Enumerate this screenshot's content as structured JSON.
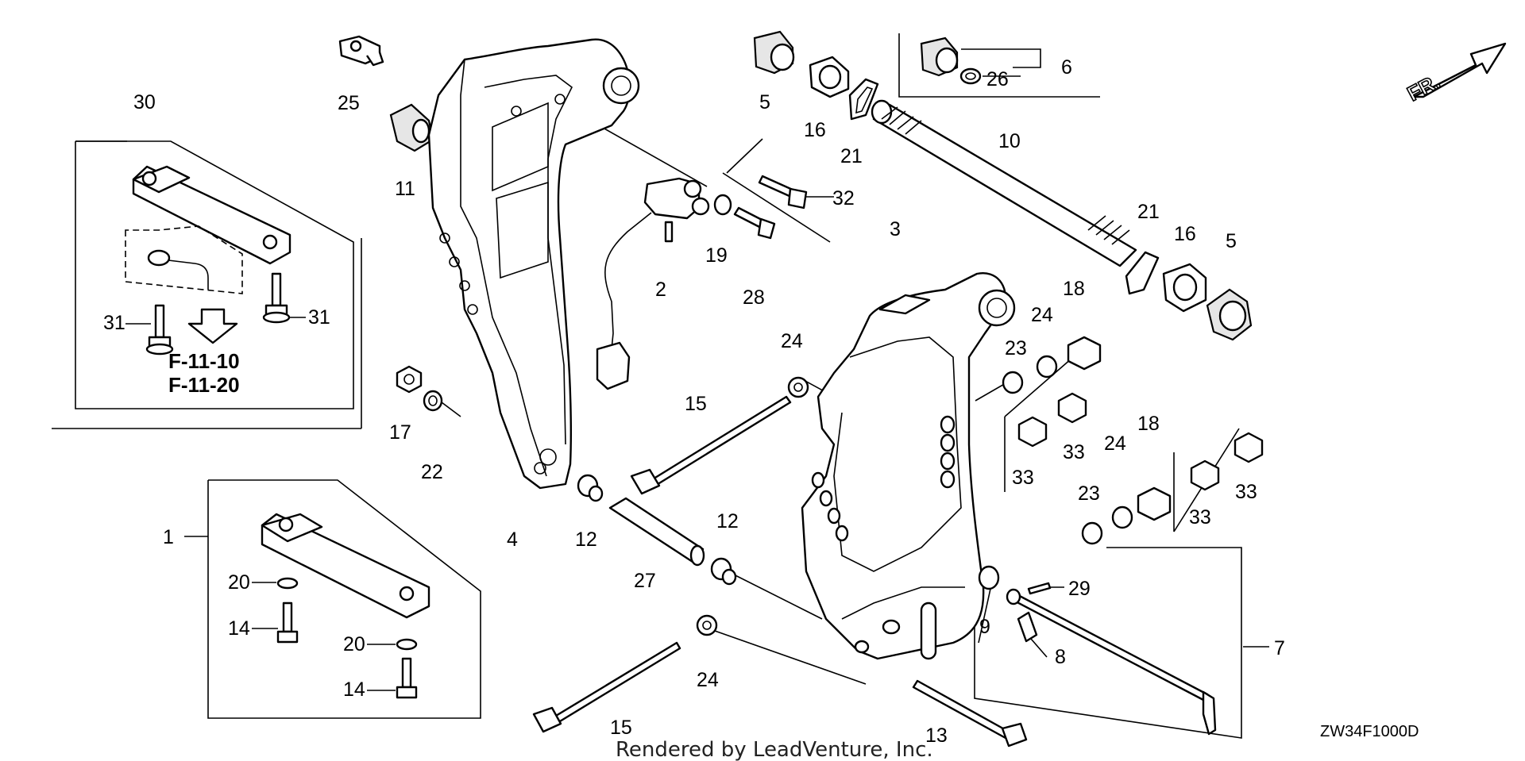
{
  "diagram": {
    "callouts": {
      "c1": "1",
      "c2": "2",
      "c3": "3",
      "c4": "4",
      "c5a": "5",
      "c5b": "5",
      "c6": "6",
      "c7": "7",
      "c8": "8",
      "c9": "9",
      "c10": "10",
      "c11": "11",
      "c12a": "12",
      "c12b": "12",
      "c13": "13",
      "c14a": "14",
      "c14b": "14",
      "c15a": "15",
      "c15b": "15",
      "c16a": "16",
      "c16b": "16",
      "c17": "17",
      "c18a": "18",
      "c18b": "18",
      "c19": "19",
      "c20a": "20",
      "c20b": "20",
      "c21a": "21",
      "c21b": "21",
      "c22": "22",
      "c23a": "23",
      "c23b": "23",
      "c24a": "24",
      "c24b": "24",
      "c24c": "24",
      "c25": "25",
      "c26": "26",
      "c27": "27",
      "c28": "28",
      "c29": "29",
      "c30": "30",
      "c31a": "31",
      "c31b": "31",
      "c32": "32",
      "c33a": "33",
      "c33b": "33",
      "c33c": "33",
      "c33d": "33"
    },
    "references": [
      "F-11-10",
      "F-11-20"
    ],
    "direction_label": "FR.",
    "drawing_code": "ZW34F1000D",
    "credit": "Rendered by LeadVenture, Inc."
  }
}
